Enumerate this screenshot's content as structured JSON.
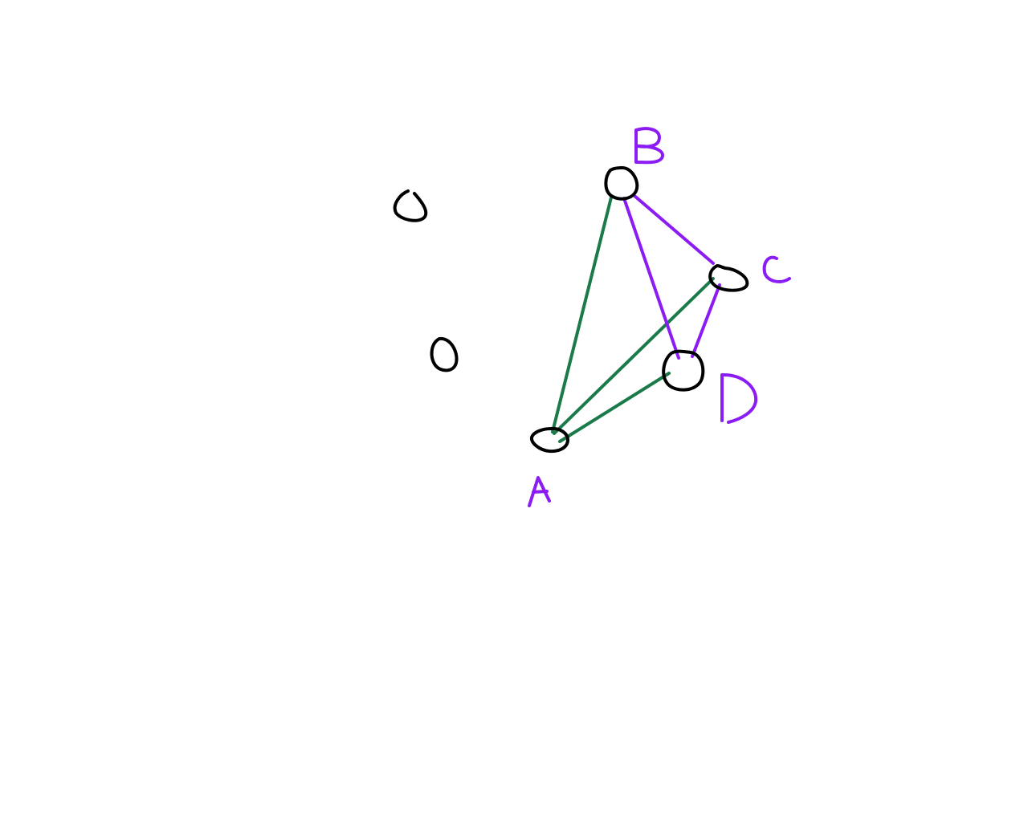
{
  "colors": {
    "background": "#ffffff",
    "node": "#000000",
    "label": "#8b1cf4",
    "edge_green": "#1b7a4a",
    "edge_purple": "#8b1cf4"
  },
  "nodes": [
    {
      "id": "A",
      "label": "A"
    },
    {
      "id": "B",
      "label": "B"
    },
    {
      "id": "C",
      "label": "C"
    },
    {
      "id": "D",
      "label": "D"
    },
    {
      "id": "U1",
      "label": ""
    },
    {
      "id": "U2",
      "label": ""
    }
  ],
  "edges": [
    {
      "from": "A",
      "to": "B",
      "color": "edge_green"
    },
    {
      "from": "A",
      "to": "C",
      "color": "edge_green"
    },
    {
      "from": "A",
      "to": "D",
      "color": "edge_green"
    },
    {
      "from": "B",
      "to": "C",
      "color": "edge_purple"
    },
    {
      "from": "B",
      "to": "D",
      "color": "edge_purple"
    },
    {
      "from": "C",
      "to": "D",
      "color": "edge_purple"
    }
  ]
}
